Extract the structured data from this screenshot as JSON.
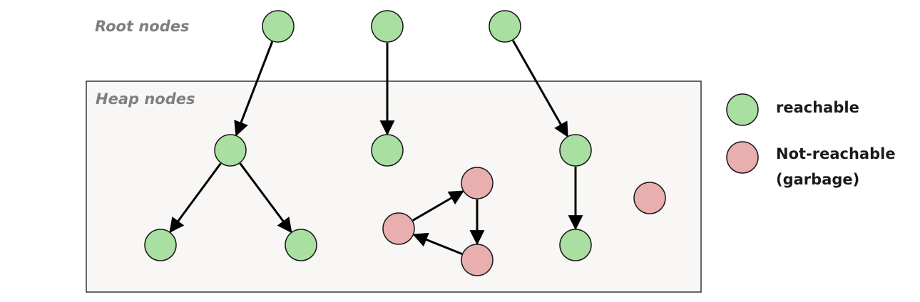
{
  "labels": {
    "root_nodes": "Root nodes",
    "heap_nodes": "Heap nodes"
  },
  "legend": {
    "reachable": "reachable",
    "not_reachable_line1": "Not-reachable",
    "not_reachable_line2": "(garbage)"
  },
  "colors": {
    "reachable_fill": "#a9dfa0",
    "not_reachable_fill": "#e9aeae",
    "node_stroke": "#1a1a1a",
    "heap_fill": "#f9f7f5",
    "heap_stroke": "#333333",
    "edge": "#000000"
  },
  "nodes": [
    {
      "id": "root1",
      "state": "reachable"
    },
    {
      "id": "root2",
      "state": "reachable"
    },
    {
      "id": "root3",
      "state": "reachable"
    },
    {
      "id": "h-a",
      "state": "reachable"
    },
    {
      "id": "h-b",
      "state": "reachable"
    },
    {
      "id": "h-c",
      "state": "reachable"
    },
    {
      "id": "h-a-left",
      "state": "reachable"
    },
    {
      "id": "h-a-right",
      "state": "reachable"
    },
    {
      "id": "h-c-child",
      "state": "reachable"
    },
    {
      "id": "g-top",
      "state": "not-reachable"
    },
    {
      "id": "g-left",
      "state": "not-reachable"
    },
    {
      "id": "g-bottom",
      "state": "not-reachable"
    },
    {
      "id": "g-isolated",
      "state": "not-reachable"
    }
  ],
  "edges": [
    {
      "from": "root1",
      "to": "h-a"
    },
    {
      "from": "root2",
      "to": "h-b"
    },
    {
      "from": "root3",
      "to": "h-c"
    },
    {
      "from": "h-a",
      "to": "h-a-left"
    },
    {
      "from": "h-a",
      "to": "h-a-right"
    },
    {
      "from": "h-c",
      "to": "h-c-child"
    },
    {
      "from": "g-left",
      "to": "g-top"
    },
    {
      "from": "g-top",
      "to": "g-bottom"
    },
    {
      "from": "g-bottom",
      "to": "g-left"
    }
  ]
}
